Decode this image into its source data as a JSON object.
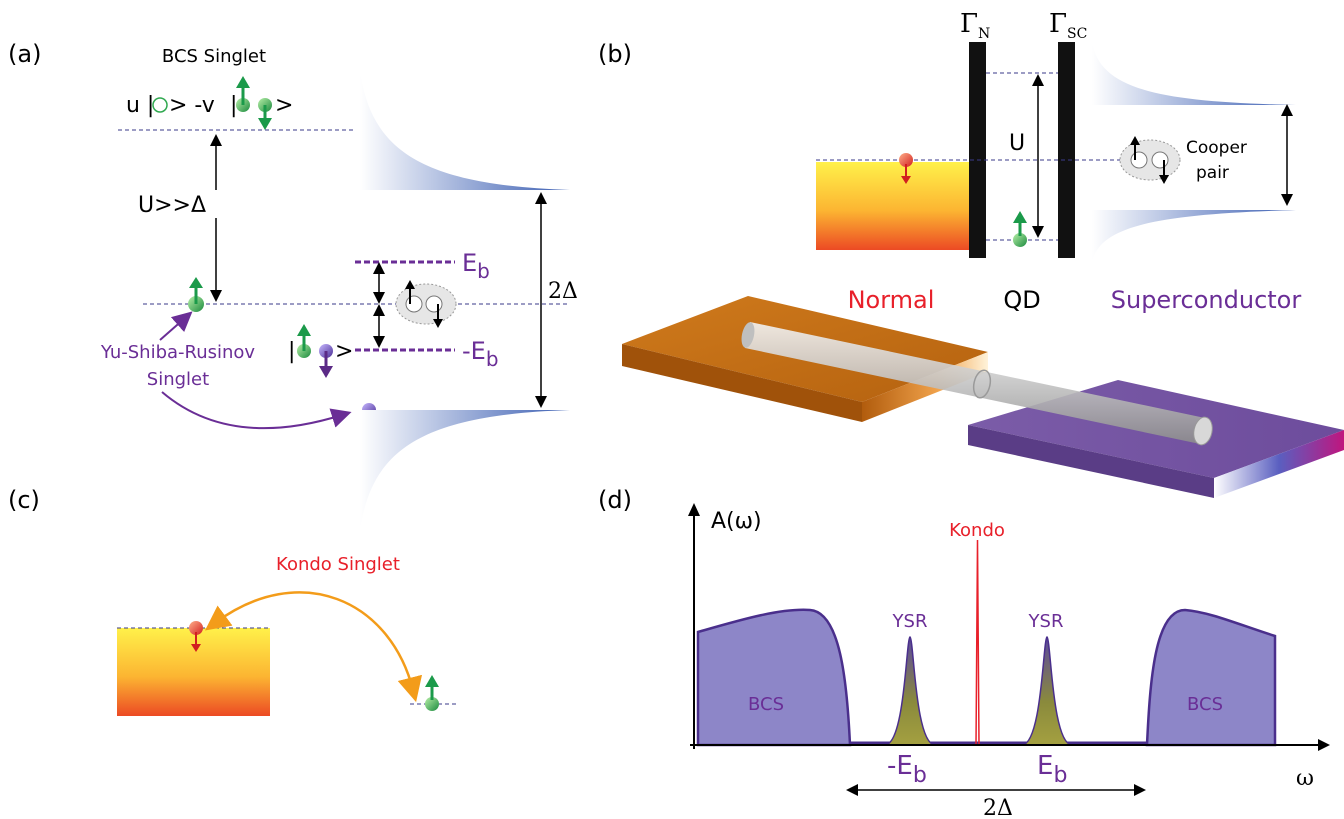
{
  "colors": {
    "purple": "#6a2e96",
    "red": "#e8202a",
    "blue_dos": "#4f6fb8",
    "bcs_fill": "#8d86c8",
    "bcs_stroke": "#4a2f8c",
    "kondo_arrow": "#f39c1a",
    "green_spin": "#1b9a4a",
    "purple_spin": "#5b2a86"
  },
  "panel_a": {
    "label": "(a)",
    "bcs_title": "BCS Singlet",
    "bcs_state_u": "u |",
    "bcs_state_mid": "> -v",
    "bcs_state_bar": "|",
    "bcs_state_end": ">",
    "gap_label": "U>>Δ",
    "eb_label": "E",
    "neg_eb_label": "-E",
    "sub_b": "b",
    "two_delta": "2Δ",
    "ysr_line1": "Yu-Shiba-Rusinov",
    "ysr_line2": "Singlet",
    "ket_bar": "|",
    "ket_end": ">"
  },
  "panel_b": {
    "label": "(b)",
    "gamma_n": "Γ",
    "gamma_n_sub": "N",
    "gamma_sc": "Γ",
    "gamma_sc_sub": "SC",
    "u_label": "U",
    "cooper_line1": "Cooper",
    "cooper_line2": "pair",
    "normal_label": "Normal",
    "qd_label": "QD",
    "sc_label": "Superconductor"
  },
  "panel_c": {
    "label": "(c)",
    "kondo_singlet": "Kondo Singlet"
  },
  "panel_d": {
    "label": "(d)",
    "y_axis": "A(ω)",
    "x_axis": "ω",
    "kondo": "Kondo",
    "ysr_left": "YSR",
    "ysr_right": "YSR",
    "bcs_left": "BCS",
    "bcs_right": "BCS",
    "neg_eb": "-E",
    "pos_eb": "E",
    "sub_b": "b",
    "two_delta": "2Δ"
  }
}
